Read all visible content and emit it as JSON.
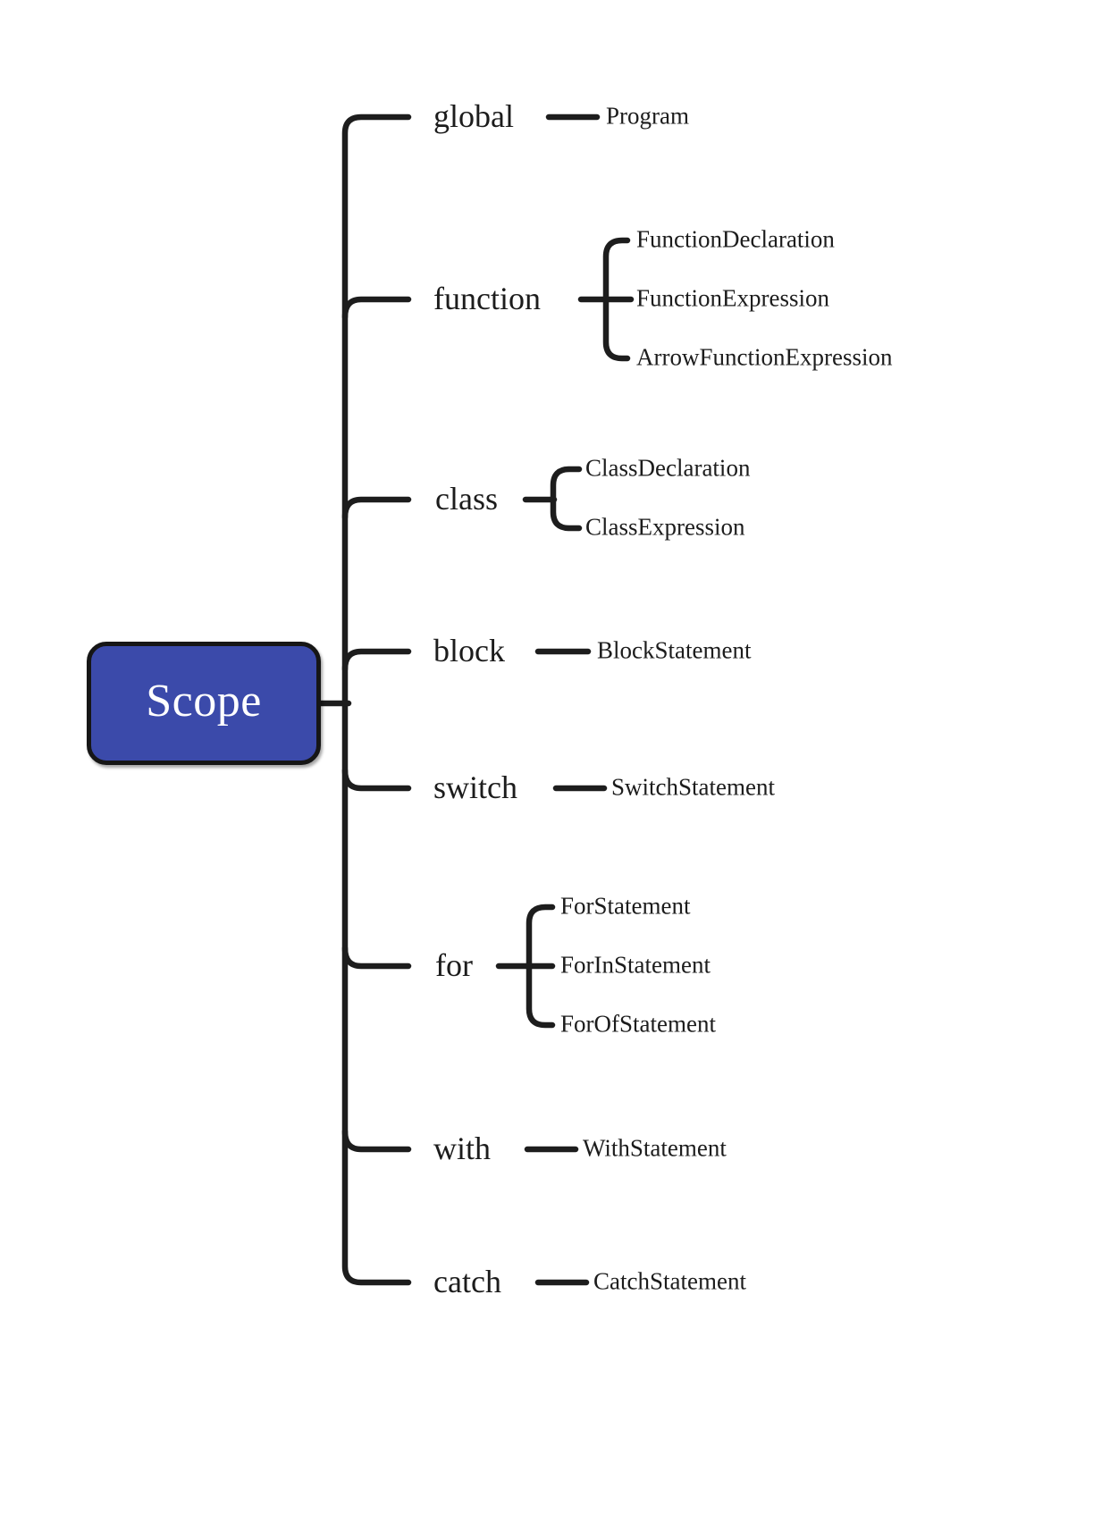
{
  "diagram": {
    "root": {
      "label": "Scope"
    },
    "branches": [
      {
        "label": "global",
        "children": [
          "Program"
        ]
      },
      {
        "label": "function",
        "children": [
          "FunctionDeclaration",
          "FunctionExpression",
          "ArrowFunctionExpression"
        ]
      },
      {
        "label": "class",
        "children": [
          "ClassDeclaration",
          "ClassExpression"
        ]
      },
      {
        "label": "block",
        "children": [
          "BlockStatement"
        ]
      },
      {
        "label": "switch",
        "children": [
          "SwitchStatement"
        ]
      },
      {
        "label": "for",
        "children": [
          "ForStatement",
          "ForInStatement",
          "ForOfStatement"
        ]
      },
      {
        "label": "with",
        "children": [
          "WithStatement"
        ]
      },
      {
        "label": "catch",
        "children": [
          "CatchStatement"
        ]
      }
    ],
    "colors": {
      "root_fill": "#3b4aaa",
      "root_border": "#161616",
      "root_text": "#ffffff",
      "line": "#1d1d1d",
      "text": "#1c1c1c",
      "background": "#ffffff"
    }
  }
}
